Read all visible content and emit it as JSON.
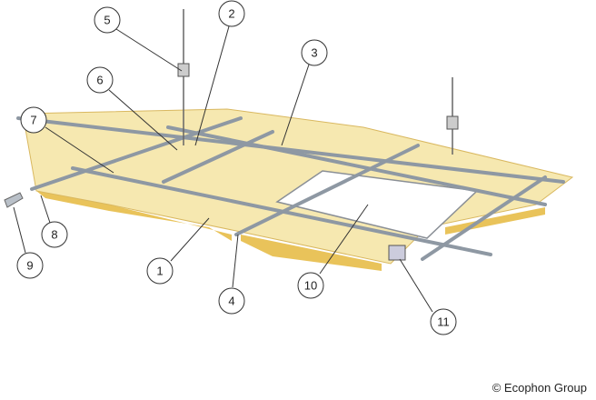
{
  "diagram": {
    "callouts": [
      {
        "label": "5"
      },
      {
        "label": "2"
      },
      {
        "label": "3"
      },
      {
        "label": "6"
      },
      {
        "label": "7"
      },
      {
        "label": "8"
      },
      {
        "label": "9"
      },
      {
        "label": "1"
      },
      {
        "label": "4"
      },
      {
        "label": "10"
      },
      {
        "label": "11"
      }
    ],
    "copyright": "© Ecophon Group",
    "colors": {
      "panel": "#f6e8b0",
      "panel_edge": "#e9c35a",
      "rail": "#9aa3ad",
      "opening": "#ffffff"
    }
  }
}
